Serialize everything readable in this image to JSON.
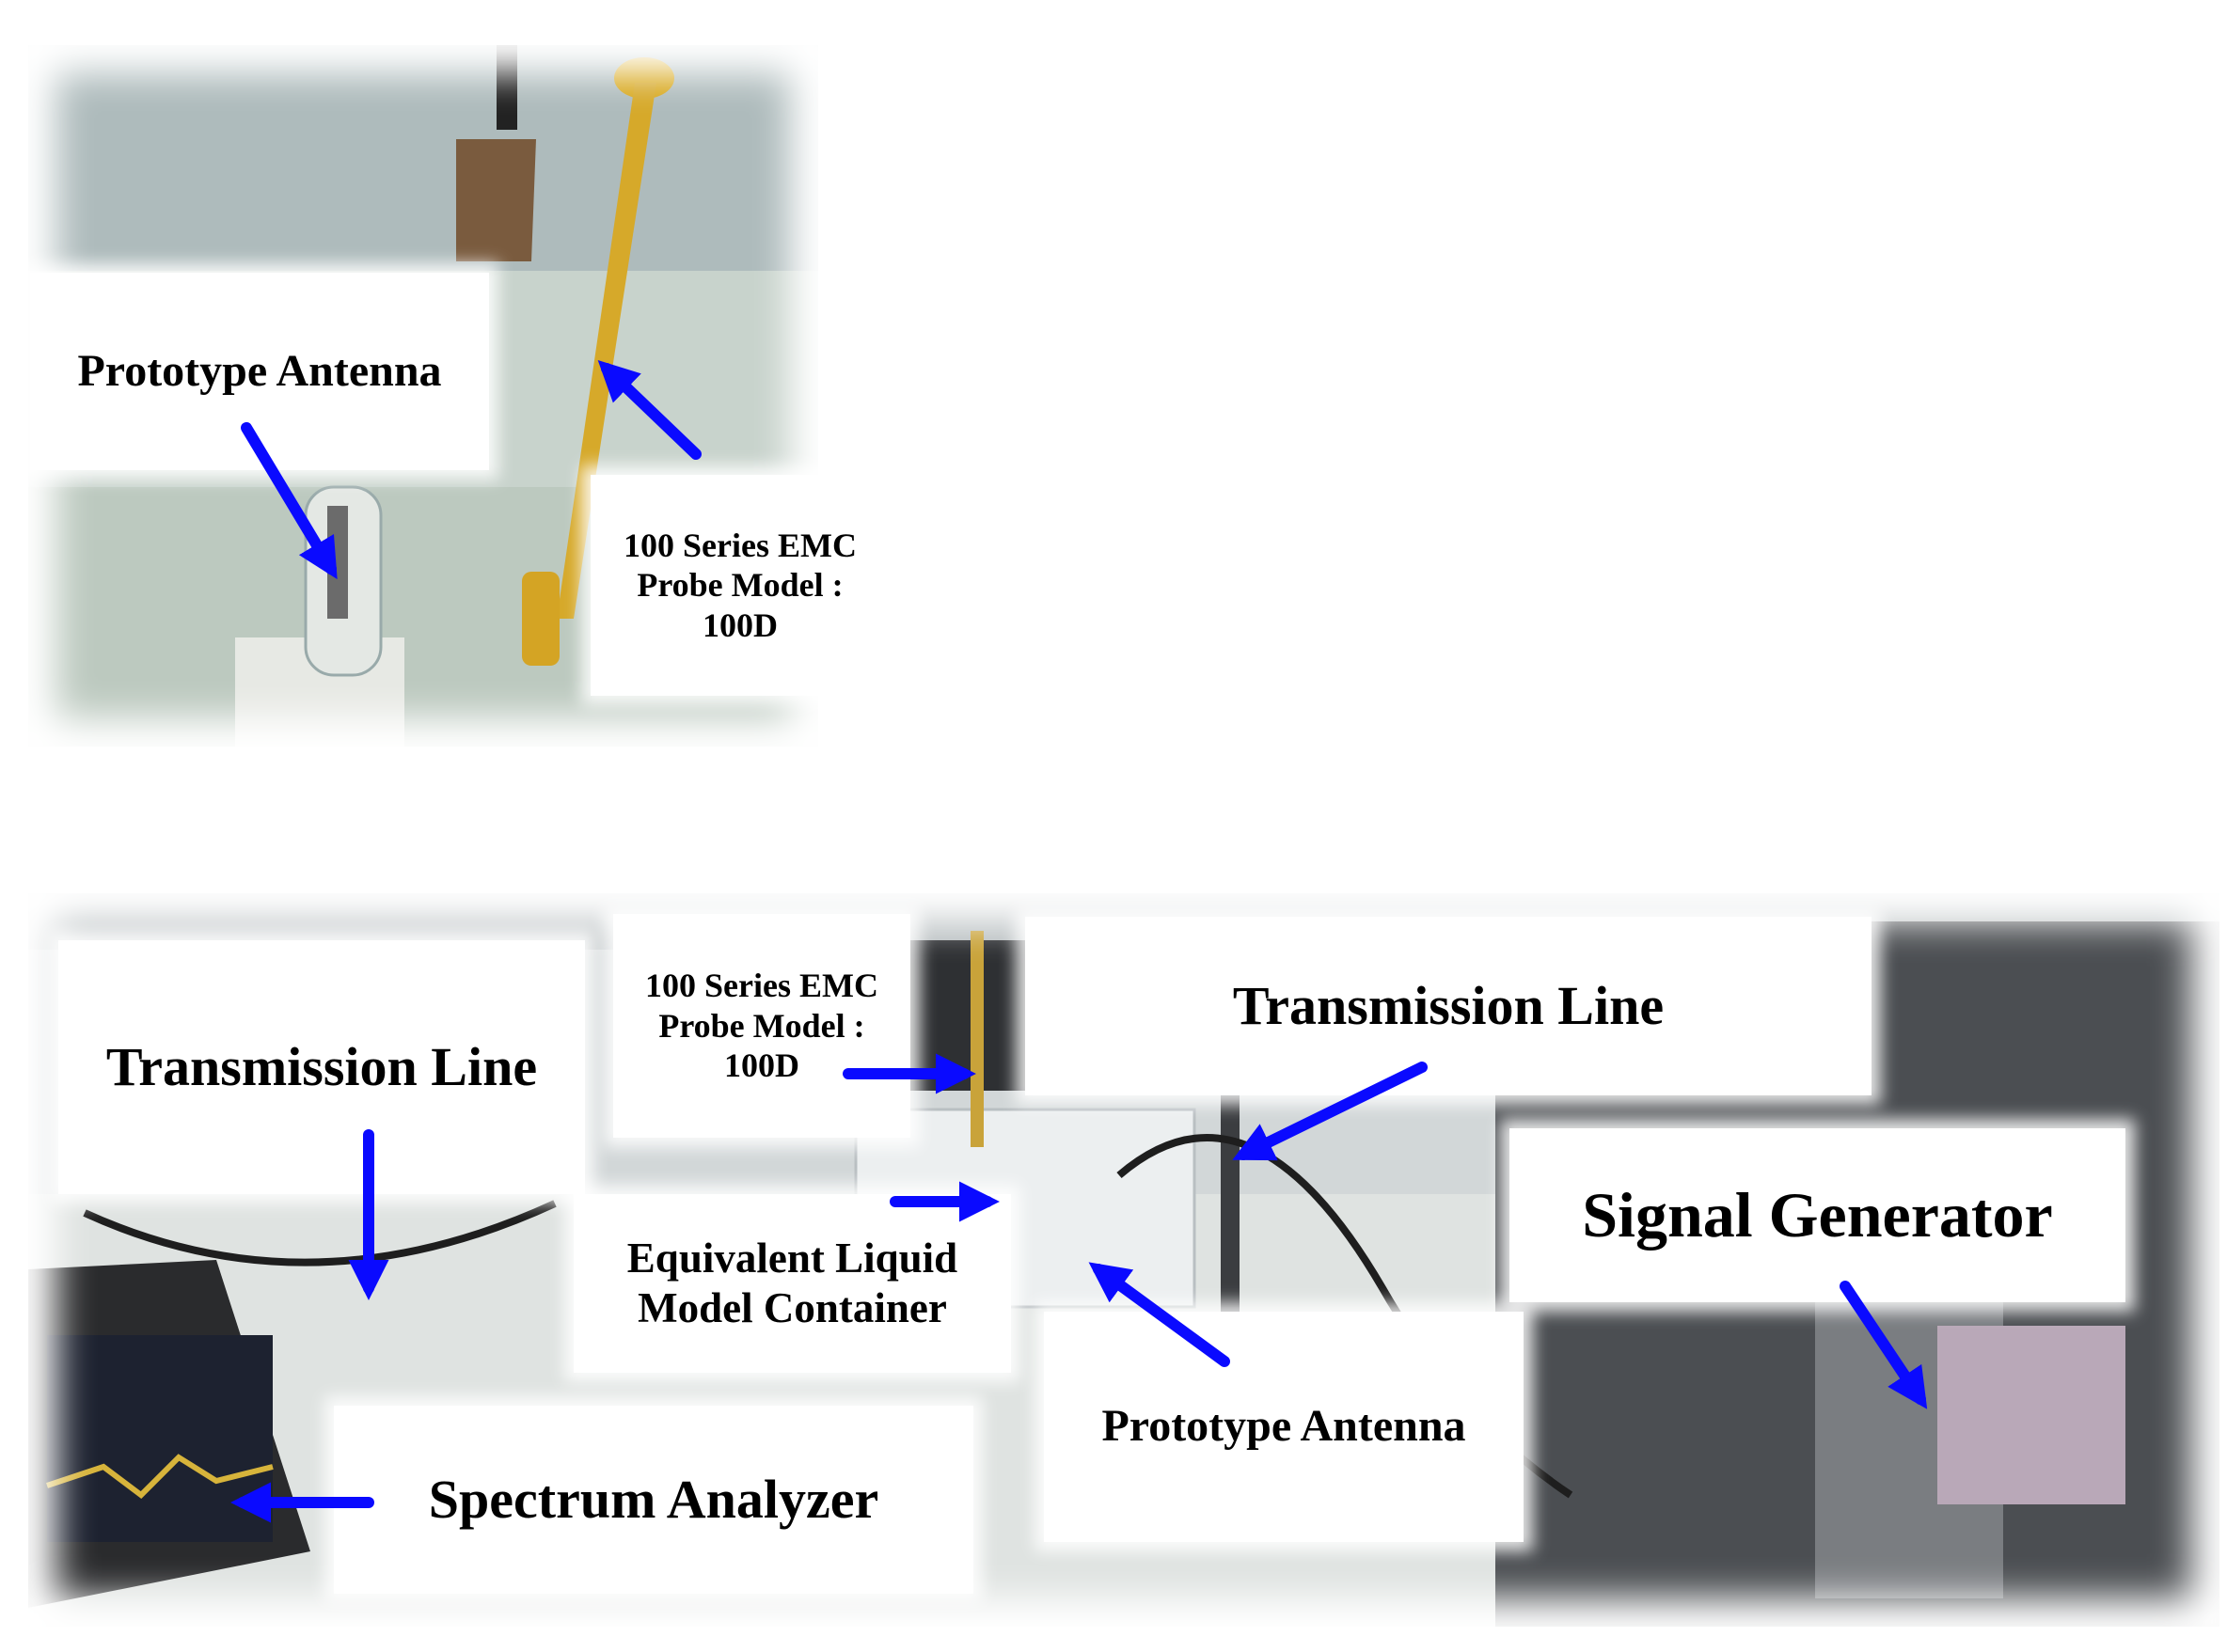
{
  "top_photo": {
    "labels": {
      "prototype_antenna": "Prototype Antenna",
      "probe": "100 Series EMC\nProbe Model :\n100D"
    }
  },
  "bottom_photo": {
    "labels": {
      "transmission_line_left": "Transmission Line",
      "probe": "100 Series EMC\nProbe Model :\n100D",
      "transmission_line_right": "Transmission Line",
      "liquid_container": "Equivalent Liquid\nModel Container",
      "signal_generator": "Signal Generator",
      "prototype_antenna": "Prototype Antenna",
      "spectrum_analyzer": "Spectrum Analyzer"
    }
  },
  "colors": {
    "arrow": "#0a0aff",
    "label_background": "#ffffff",
    "label_text": "#000000"
  }
}
